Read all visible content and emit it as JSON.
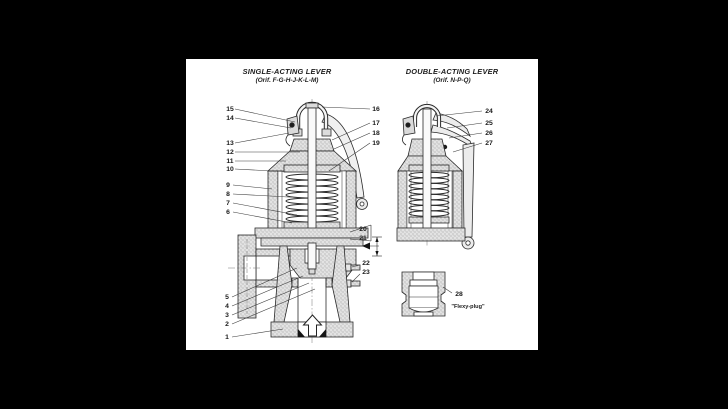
{
  "figure": {
    "background_color": "#000000",
    "sheet_color": "#ffffff",
    "ink_color": "#222222",
    "single_acting": {
      "title": "SINGLE-ACTING LEVER",
      "subtitle": "(Orif. F-G-H-J-K-L-M)"
    },
    "double_acting": {
      "title": "DOUBLE-ACTING LEVER",
      "subtitle": "(Orif. N-P-Q)"
    },
    "detail": {
      "label": "\"Flexy-plug\""
    }
  },
  "callouts": {
    "c1": "1",
    "c2": "2",
    "c3": "3",
    "c4": "4",
    "c5": "5",
    "c6": "6",
    "c7": "7",
    "c8": "8",
    "c9": "9",
    "c10": "10",
    "c11": "11",
    "c12": "12",
    "c13": "13",
    "c14": "14",
    "c15": "15",
    "c16": "16",
    "c17": "17",
    "c18": "18",
    "c19": "19",
    "c20": "20",
    "c21": "21",
    "c22": "22",
    "c23": "23",
    "c24": "24",
    "c25": "25",
    "c26": "26",
    "c27": "27",
    "c28": "28"
  }
}
